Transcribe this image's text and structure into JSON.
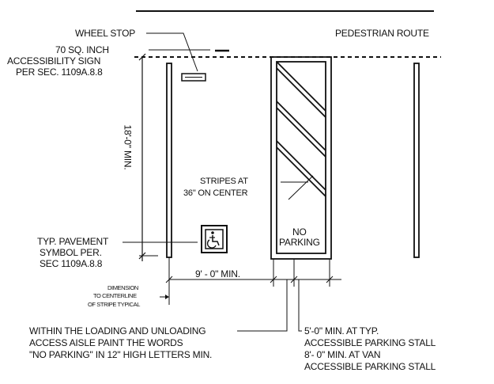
{
  "diagram": {
    "wheel_stop": "WHEEL STOP",
    "sign_line1": "70 SQ. INCH",
    "sign_line2": "ACCESSIBILITY SIGN",
    "sign_line3": "PER SEC. 1109A.8.8",
    "pedestrian_route": "PEDESTRIAN  ROUTE",
    "stall_length": "18'-0\" MIN.",
    "stripes_line1": "STRIPES AT",
    "stripes_line2": "36\" ON CENTER",
    "no_parking_line1": "NO",
    "no_parking_line2": "PARKING",
    "pavement_line1": "TYP. PAVEMENT",
    "pavement_line2": "SYMBOL PER.",
    "pavement_line3": "SEC  1109A.8.8",
    "stall_width": "9' - 0\"  MIN.",
    "dimension_line1": "DIMENSION",
    "dimension_line2": "TO CENTERLINE",
    "dimension_line3": "OF STRIPE TYPICAL",
    "loading_line1": "WITHIN THE LOADING AND UNLOADING",
    "loading_line2": "ACCESS AISLE PAINT THE WORDS",
    "loading_line3": "\"NO PARKING\" IN 12\" HIGH LETTERS MIN.",
    "aisle_line1": "5'-0\" MIN. AT TYP.",
    "aisle_line2": "ACCESSIBLE PARKING STALL",
    "aisle_line3": "8'- 0\" MIN.  AT  VAN",
    "aisle_line4": "ACCESSIBLE PARKING STALL"
  }
}
